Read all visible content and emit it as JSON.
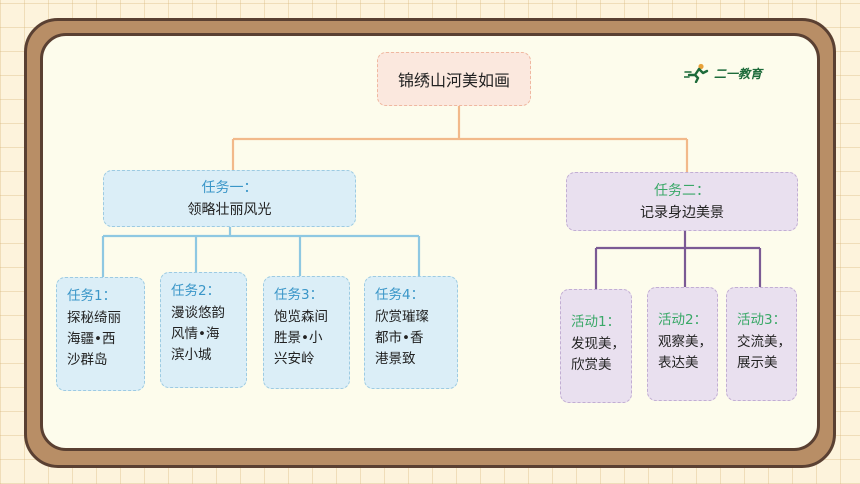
{
  "brand": {
    "name": "二一教育",
    "accent": "#1d6b3a"
  },
  "colors": {
    "blue_line": "#8ec8e2",
    "purple_line": "#7b5a94",
    "orange_line": "#f2b98a",
    "green_label": "#3aa868",
    "blue_label": "#3a96c8"
  },
  "root": {
    "title": "锦绣山河美如画"
  },
  "branch_a": {
    "label": "任务一：",
    "text": "领略壮丽风光",
    "children": [
      {
        "label": "任务1：",
        "lines": [
          "探秘绮丽",
          "海疆•西",
          "沙群岛"
        ]
      },
      {
        "label": "任务2：",
        "lines": [
          "漫谈悠韵",
          "风情•海",
          "滨小城"
        ]
      },
      {
        "label": "任务3：",
        "lines": [
          "饱览森间",
          "胜景•小",
          "兴安岭"
        ]
      },
      {
        "label": "任务4：",
        "lines": [
          "欣赏璀璨",
          "都市•香",
          "港景致"
        ]
      }
    ]
  },
  "branch_b": {
    "label": "任务二：",
    "text": "记录身边美景",
    "children": [
      {
        "label": "活动1：",
        "lines": [
          "发现美，",
          "欣赏美"
        ]
      },
      {
        "label": "活动2：",
        "lines": [
          "观察美，",
          "表达美"
        ]
      },
      {
        "label": "活动3：",
        "lines": [
          "交流美，",
          "展示美"
        ]
      }
    ]
  }
}
